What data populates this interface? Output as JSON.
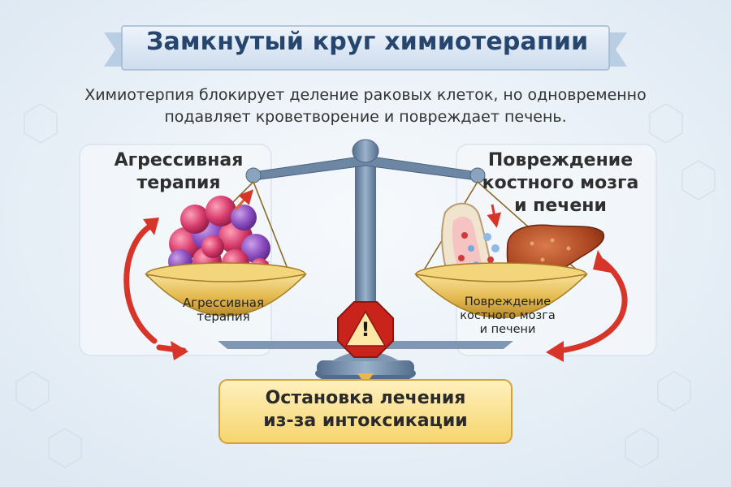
{
  "title": "Замкнутый круг химиотерапии",
  "subtitle_line1": "Химиотерпия блокирует деление раковых клеток, но одновременно",
  "subtitle_line2": "подавляет кроветворение и повреждает печень.",
  "left_panel": {
    "title_line1": "Агрессивная",
    "title_line2": "терапия",
    "pan_label_line1": "Агрессивная",
    "pan_label_line2": "терапия"
  },
  "right_panel": {
    "title_line1": "Повреждение",
    "title_line2": "костного мозга",
    "title_line3": "и печени",
    "pan_label_line1": "Повреждение",
    "pan_label_line2": "костного мозга",
    "pan_label_line3": "и печени"
  },
  "bottom_box": {
    "line1": "Остановка лечения",
    "line2": "из-за интоксикации"
  },
  "warning_symbol": "!",
  "icons": [
    "tumor-cells-icon",
    "bone-marrow-icon",
    "liver-icon",
    "warning-icon",
    "cycle-arrow-icon"
  ],
  "colors": {
    "banner_blue": "#dbe7f5",
    "title_blue": "#27466e",
    "arrow_red": "#d8352a",
    "warning_red": "#c8241c",
    "bottom_box_yellow": "#fbe39a",
    "scale_steel": "#6c86a3",
    "pan_gold": "#e3ba55"
  }
}
